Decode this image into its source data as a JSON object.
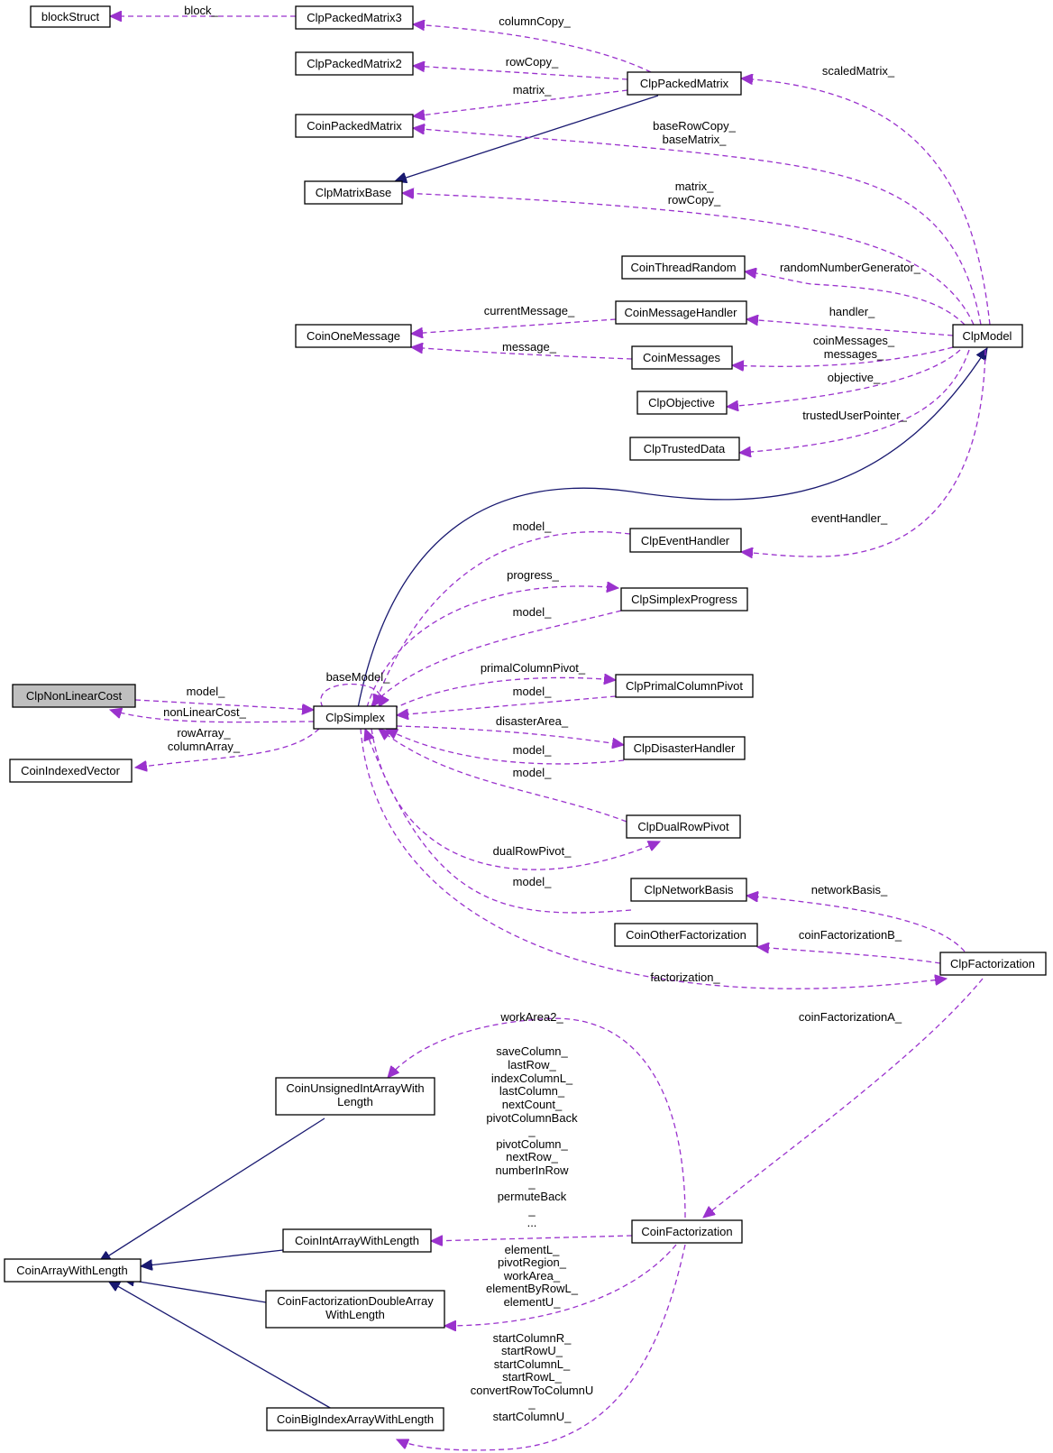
{
  "colors": {
    "inheritance": "#191970",
    "usage": "#9a32cd",
    "focus_fill": "#bfbfbf"
  },
  "nodes": {
    "blockStruct": "blockStruct",
    "ClpPackedMatrix3": "ClpPackedMatrix3",
    "ClpPackedMatrix2": "ClpPackedMatrix2",
    "CoinPackedMatrix": "CoinPackedMatrix",
    "ClpPackedMatrix": "ClpPackedMatrix",
    "ClpMatrixBase": "ClpMatrixBase",
    "CoinThreadRandom": "CoinThreadRandom",
    "CoinMessageHandler": "CoinMessageHandler",
    "CoinOneMessage": "CoinOneMessage",
    "CoinMessages": "CoinMessages",
    "ClpObjective": "ClpObjective",
    "ClpTrustedData": "ClpTrustedData",
    "ClpModel": "ClpModel",
    "ClpEventHandler": "ClpEventHandler",
    "ClpSimplexProgress": "ClpSimplexProgress",
    "ClpNonLinearCost": "ClpNonLinearCost",
    "ClpSimplex": "ClpSimplex",
    "ClpPrimalColumnPivot": "ClpPrimalColumnPivot",
    "CoinIndexedVector": "CoinIndexedVector",
    "ClpDisasterHandler": "ClpDisasterHandler",
    "ClpDualRowPivot": "ClpDualRowPivot",
    "ClpNetworkBasis": "ClpNetworkBasis",
    "CoinOtherFactorization": "CoinOtherFactorization",
    "ClpFactorization": "ClpFactorization",
    "CoinUnsignedIntArrayWithLength": [
      "CoinUnsignedIntArrayWith",
      "Length"
    ],
    "CoinIntArrayWithLength": "CoinIntArrayWithLength",
    "CoinFactorization": "CoinFactorization",
    "CoinArrayWithLength": "CoinArrayWithLength",
    "CoinFactorizationDoubleArrayWithLength": [
      "CoinFactorizationDoubleArray",
      "WithLength"
    ],
    "CoinBigIndexArrayWithLength": "CoinBigIndexArrayWithLength"
  },
  "edge_labels": {
    "block": "block_",
    "columnCopy": "columnCopy_",
    "rowCopy": "rowCopy_",
    "matrix_pm": "matrix_",
    "scaledMatrix": "scaledMatrix_",
    "baseRowCopy": [
      "baseRowCopy_",
      "baseMatrix_"
    ],
    "matrix_rowCopy": [
      "matrix_",
      "rowCopy_"
    ],
    "randomNumberGenerator": "randomNumberGenerator_",
    "currentMessage": "currentMessage_",
    "handler": "handler_",
    "message": "message_",
    "coinMessages": [
      "coinMessages_",
      "messages_"
    ],
    "objective": "objective_",
    "trustedUserPointer": "trustedUserPointer_",
    "eventHandler": "eventHandler_",
    "model_event": "model_",
    "progress": "progress_",
    "model_progress": "model_",
    "baseModel": "baseModel_",
    "model_nlc": "model_",
    "nonLinearCost": "nonLinearCost_",
    "primalColumnPivot": "primalColumnPivot_",
    "model_primal": "model_",
    "rowArray": [
      "rowArray_",
      "columnArray_"
    ],
    "disasterArea": "disasterArea_",
    "model_disaster": "model_",
    "model_dual": "model_",
    "dualRowPivot": "dualRowPivot_",
    "model_network": "model_",
    "networkBasis": "networkBasis_",
    "coinFactorizationB": "coinFactorizationB_",
    "factorization": "factorization_",
    "coinFactorizationA": "coinFactorizationA_",
    "workArea2": "workArea2_",
    "intArrays": [
      "saveColumn_",
      "lastRow_",
      "indexColumnL_",
      "lastColumn_",
      "nextCount_",
      "pivotColumnBack",
      "_",
      "pivotColumn_",
      "nextRow_",
      "numberInRow",
      "_",
      "permuteBack",
      "_",
      "..."
    ],
    "doubleArrays": [
      "elementL_",
      "pivotRegion_",
      "workArea_",
      "elementByRowL_",
      "elementU_"
    ],
    "bigIndexArrays": [
      "startColumnR_",
      "startRowU_",
      "startColumnL_",
      "startRowL_",
      "convertRowToColumnU",
      "_",
      "startColumnU_"
    ]
  }
}
